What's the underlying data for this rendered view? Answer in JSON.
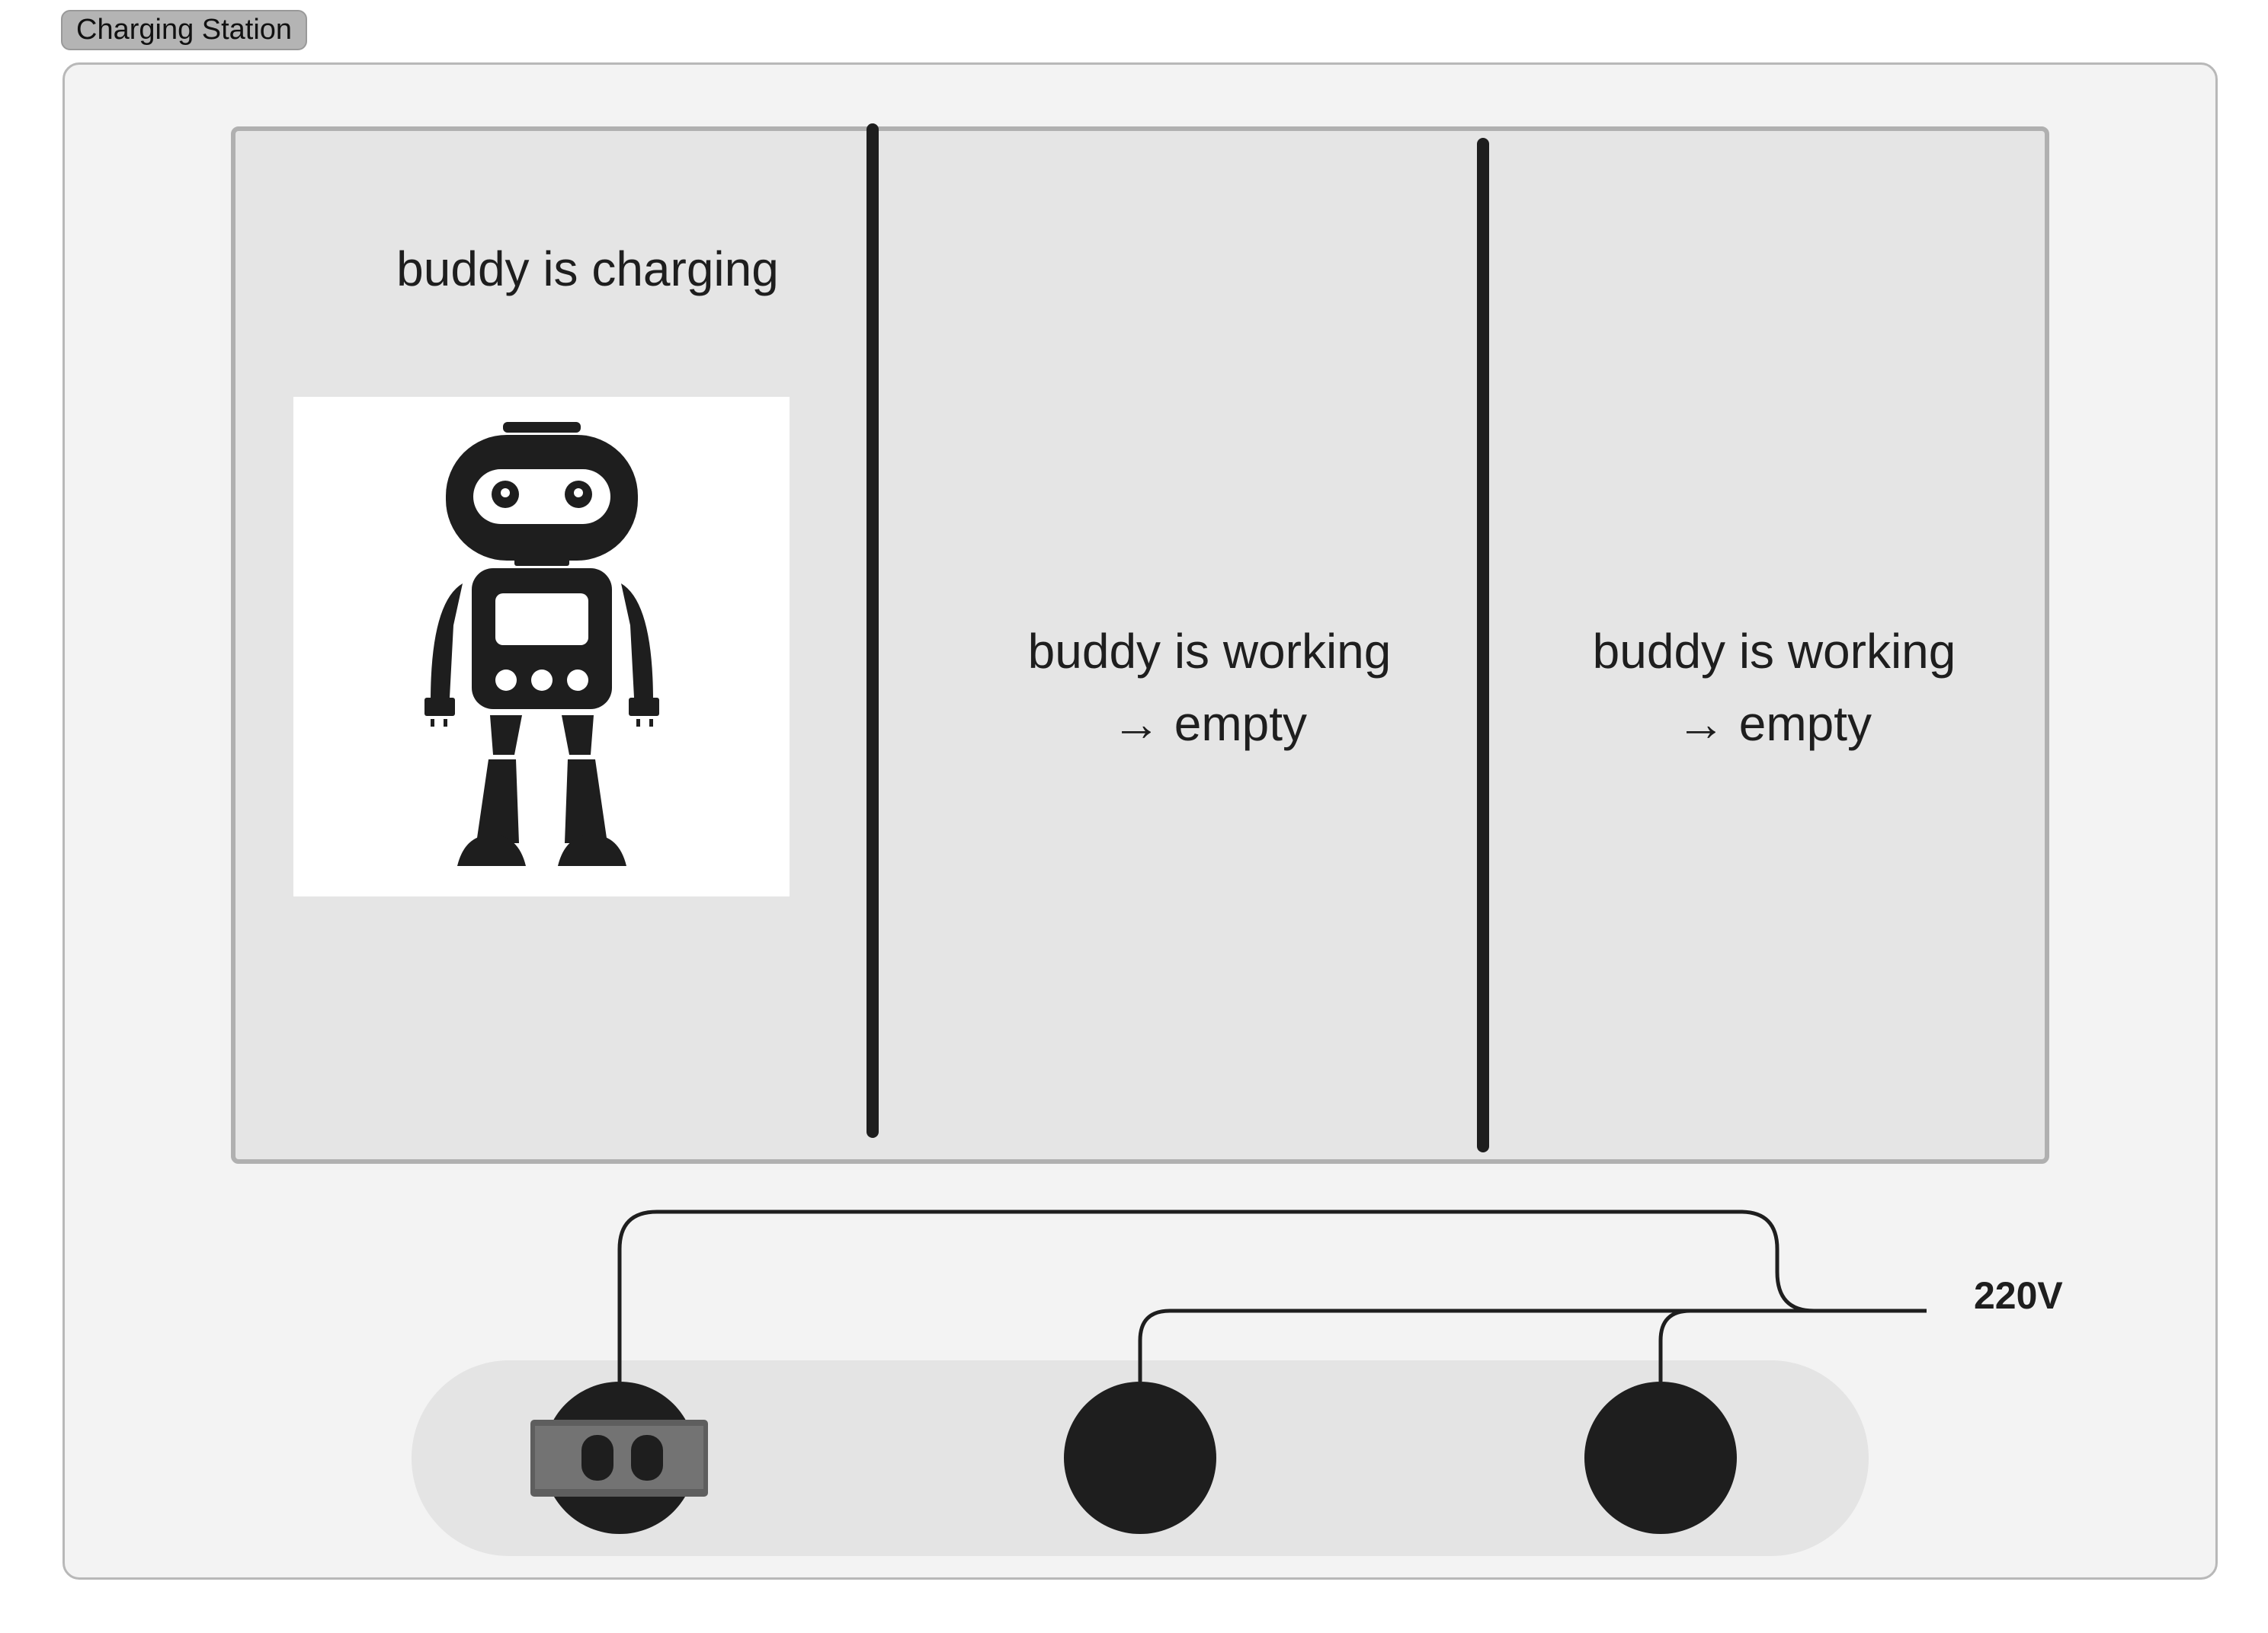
{
  "title_tag": "Charging Station",
  "slots": [
    {
      "status": "buddy is charging",
      "occupied": true,
      "occupant": "robot-icon"
    },
    {
      "status": "buddy is working",
      "state": "→ empty",
      "occupied": false
    },
    {
      "status": "buddy is working",
      "state": "→ empty",
      "occupied": false
    }
  ],
  "power": {
    "voltage_label": "220V",
    "sockets": 3,
    "plugged_socket": 1
  },
  "colors": {
    "dark": "#1e1e1e",
    "panel": "#e5e5e5",
    "background": "#f3f3f3",
    "plug": "#737373"
  }
}
